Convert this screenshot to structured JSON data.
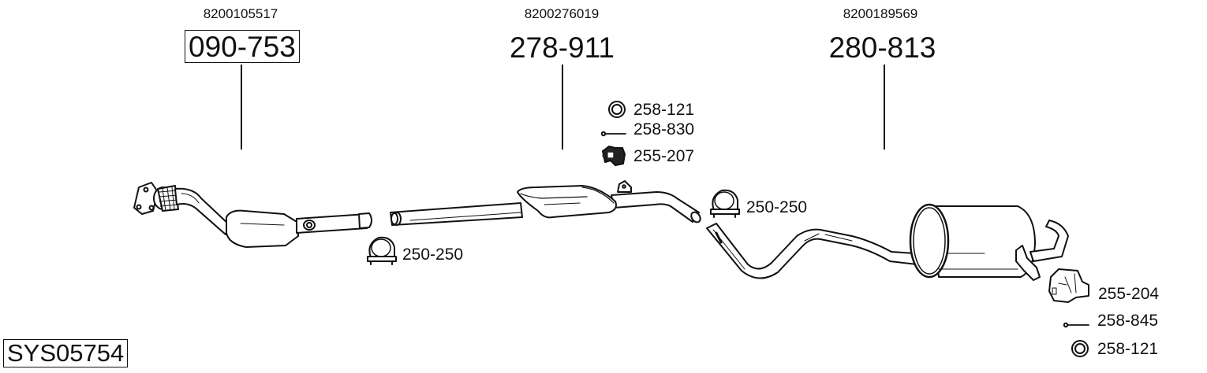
{
  "diagram": {
    "system_code": "SYS05754",
    "main_parts": [
      {
        "oem_number": "8200105517",
        "part_number": "090-753",
        "boxed": true,
        "description_icon": "catalytic-converter-front-pipe"
      },
      {
        "oem_number": "8200276019",
        "part_number": "278-911",
        "boxed": false,
        "description_icon": "middle-silencer"
      },
      {
        "oem_number": "8200189569",
        "part_number": "280-813",
        "boxed": false,
        "description_icon": "rear-silencer"
      }
    ],
    "accessories": {
      "middle_group": [
        {
          "part_number": "258-121",
          "icon": "ring-gasket-icon"
        },
        {
          "part_number": "258-830",
          "icon": "bolt-icon"
        },
        {
          "part_number": "255-207",
          "icon": "rubber-mount-icon"
        }
      ],
      "clamp_left": {
        "part_number": "250-250",
        "icon": "pipe-clamp-icon"
      },
      "clamp_right": {
        "part_number": "250-250",
        "icon": "pipe-clamp-icon"
      },
      "rear_group": [
        {
          "part_number": "255-204",
          "icon": "mounting-bracket-icon"
        },
        {
          "part_number": "258-845",
          "icon": "bolt-icon"
        },
        {
          "part_number": "258-121",
          "icon": "ring-gasket-icon"
        }
      ]
    },
    "colors": {
      "line": "#111111",
      "background": "#ffffff"
    }
  }
}
